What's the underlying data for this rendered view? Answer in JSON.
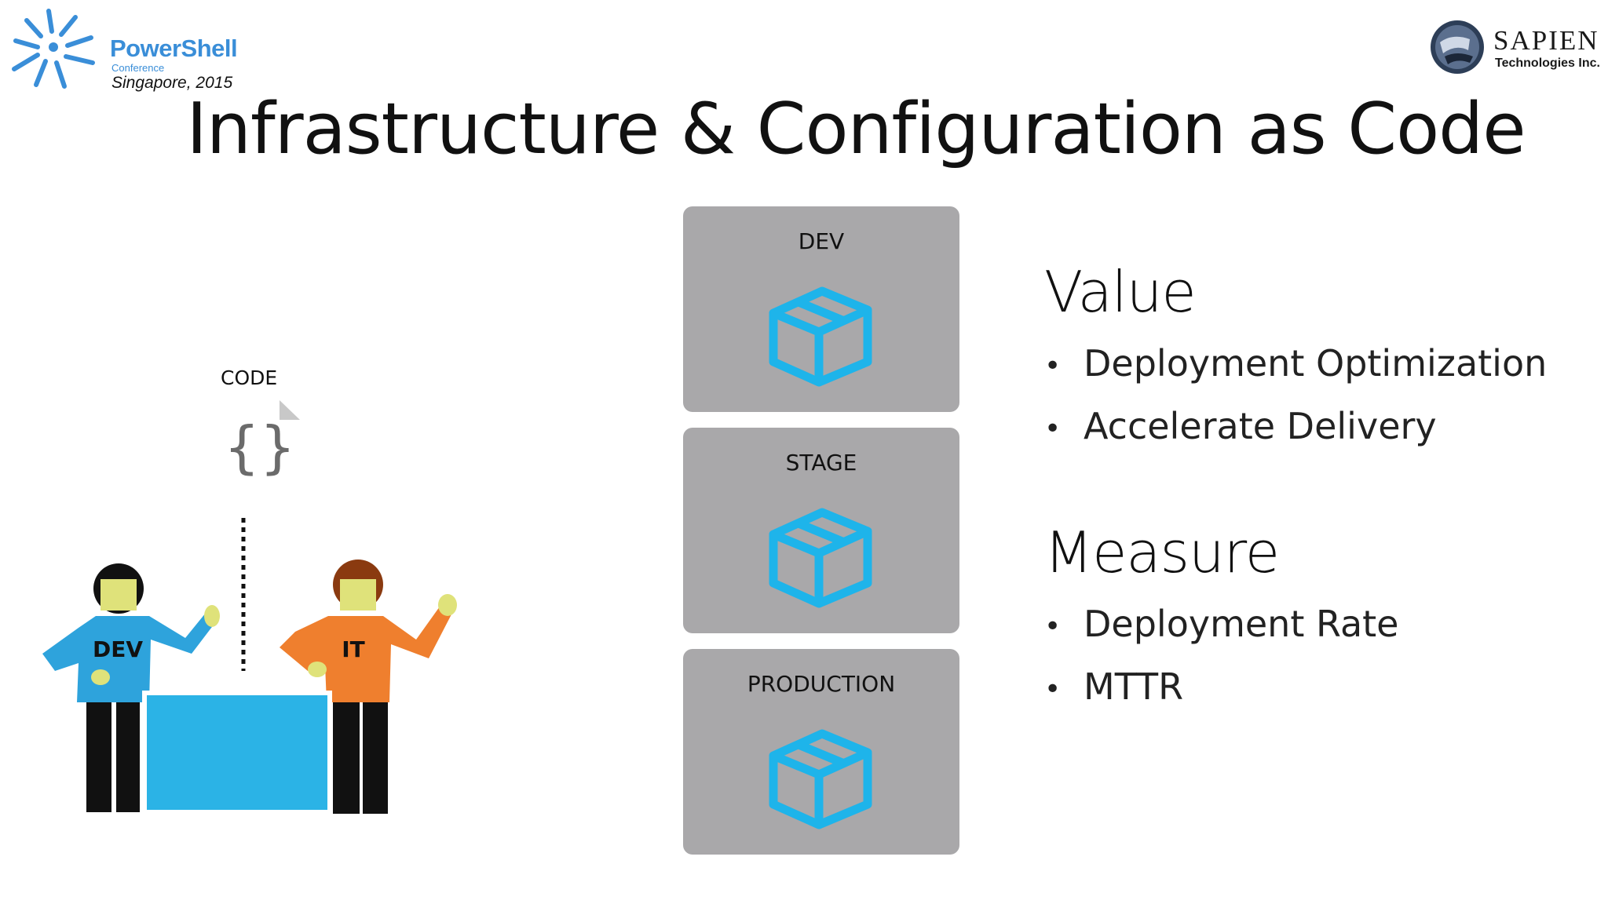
{
  "logos": {
    "powershell": {
      "name": "PowerShell",
      "subtitle": "Conference",
      "location": "Singapore, 2015",
      "icon": "starburst-icon",
      "color": "#3a8ed8"
    },
    "sapien": {
      "name": "SAPIEN",
      "subtitle": "Technologies Inc.",
      "icon": "globe-icon"
    }
  },
  "title": "Infrastructure & Configuration as Code",
  "illustration": {
    "code_label": "CODE",
    "code_symbol": "{}",
    "dev_label": "DEV",
    "it_label": "IT",
    "colors": {
      "dev_shirt": "#2ea3dc",
      "it_shirt": "#ef7f2e",
      "screen": "#2bb3e6",
      "skin": "#dfe27a"
    }
  },
  "environments": [
    {
      "label": "DEV",
      "icon": "package-box-icon"
    },
    {
      "label": "STAGE",
      "icon": "package-box-icon"
    },
    {
      "label": "PRODUCTION",
      "icon": "package-box-icon"
    }
  ],
  "value": {
    "heading": "Value",
    "items": [
      "Deployment Optimization",
      "Accelerate Delivery"
    ]
  },
  "measure": {
    "heading": "Measure",
    "items": [
      "Deployment Rate",
      "MTTR"
    ]
  },
  "bullet_char": "•",
  "colors": {
    "panel": "#a9a8aa",
    "box_stroke": "#1eb4ea"
  }
}
